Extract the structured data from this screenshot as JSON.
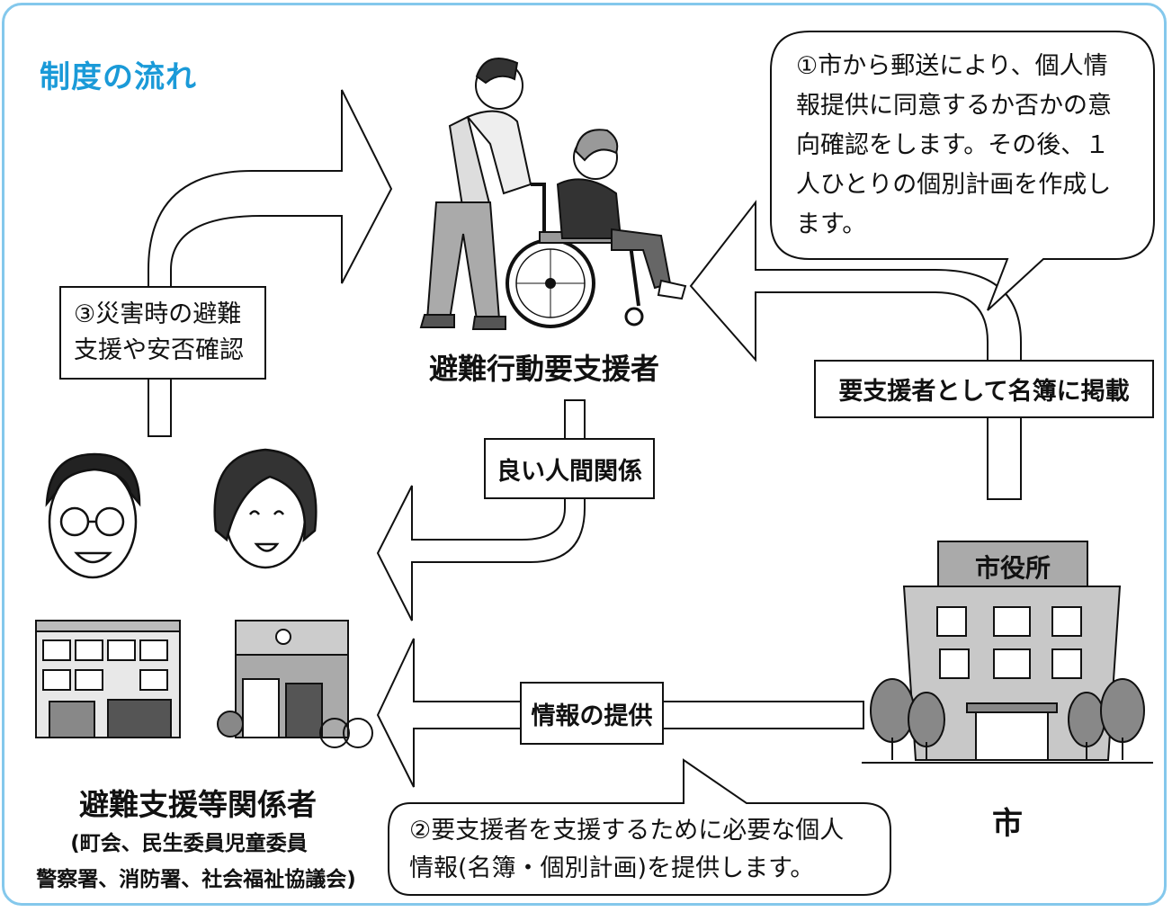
{
  "title": "制度の流れ",
  "nodes": {
    "evacuee": "避難行動要支援者",
    "supporters": "避難支援等関係者",
    "supporters_detail_1": "(町会、民生委員児童委員",
    "supporters_detail_2": "警察署、消防署、社会福祉協議会)",
    "city": "市",
    "city_hall_sign": "市役所"
  },
  "labels": {
    "register": "要支援者として名簿に掲載",
    "relationship": "良い人間関係",
    "info": "情報の提供"
  },
  "steps": {
    "step1": [
      "①市から郵送により、個人情",
      "報提供に同意するか否かの意",
      "向確認をします。その後、１",
      "人ひとりの個別計画を作成し",
      "ます。"
    ],
    "step2": [
      "②要支援者を支援するために必要な個人",
      "情報(名簿・個別計画)を提供します。"
    ],
    "step3": [
      "③災害時の避難",
      "支援や安否確認"
    ]
  },
  "colors": {
    "frame": "#84c8ec",
    "title": "#1a9ad8",
    "line": "#111111"
  }
}
